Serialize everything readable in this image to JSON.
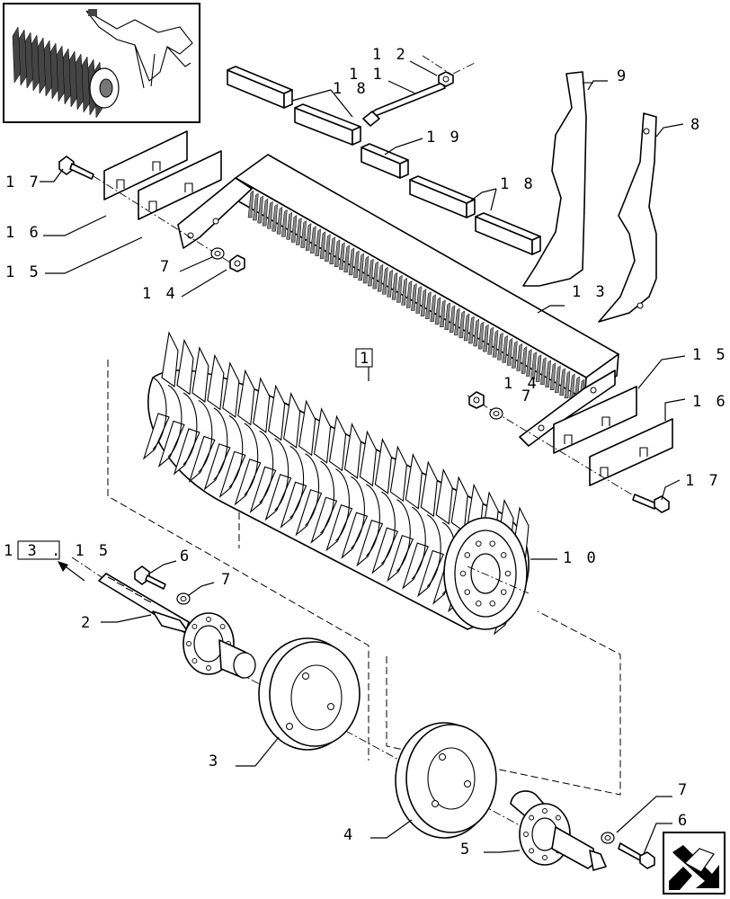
{
  "callouts": {
    "c1": "1",
    "c2": "2",
    "c3": "3",
    "c4": "4",
    "c5": "5",
    "c6a": "6",
    "c6b": "6",
    "c7a": "7",
    "c7b": "7",
    "c7c": "7",
    "c7d": "7",
    "c8": "8",
    "c9": "9",
    "c10": "1 0",
    "c11": "1 1",
    "c12": "1 2",
    "c13": "1 3",
    "c14a": "1 4",
    "c14b": "1 4",
    "c15a": "1 5",
    "c15b": "1 5",
    "c16a": "1 6",
    "c16b": "1 6",
    "c17a": "1 7",
    "c17b": "1 7",
    "c18a": "1 8",
    "c18b": "1 8",
    "c19": "1 9",
    "ref_13_15": "1 3 . 1 5"
  },
  "icons": {
    "thumbnail": "assembly-thumbnail-icon",
    "navigation": "next-page-arrow-icon"
  }
}
